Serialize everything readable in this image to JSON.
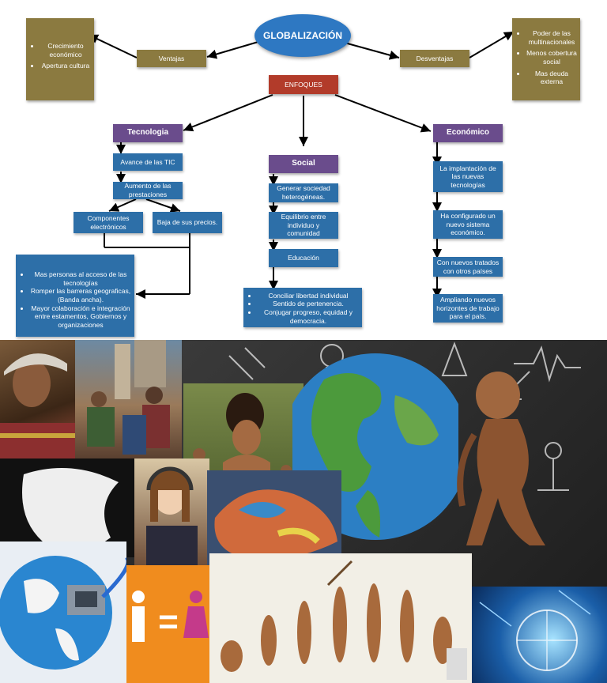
{
  "diagram": {
    "title": "GLOBALIZACIÓN",
    "ventajas": {
      "label": "Ventajas",
      "items": [
        "Crecimiento económico",
        "Apertura cultura"
      ]
    },
    "desventajas": {
      "label": "Desventajas",
      "items": [
        "Poder de las multinacionales",
        "Menos cobertura social",
        "Mas deuda externa"
      ]
    },
    "enfoques": "ENFOQUES",
    "tecnologia": {
      "label": "Tecnologia",
      "avance": "Avance de las TIC",
      "aumento": "Aumento de las prestaciones",
      "componentes": "Componentes electrónicos",
      "baja": "Baja de sus precios.",
      "results": [
        "Mas personas al acceso de las tecnologías",
        "Romper las barreras geograficas, (Banda ancha).",
        "Mayor colaboración e integración entre estamentos, Gobiernos y organizaciones"
      ]
    },
    "social": {
      "label": "Social",
      "generar": "Generar sociedad heterogéneas.",
      "equilibrio": "Equilibrio entre individuo y comunidad",
      "educacion": "Educación",
      "results": [
        "Conciliar libertad individual",
        "Sentido de pertenencia.",
        "Conjugar progreso, equidad y democracia."
      ]
    },
    "economico": {
      "label": "Económico",
      "steps": [
        "La implantación de las nuevas tecnologías",
        "Ha configurado un nuevo sistema económico.",
        "Con nuevos tratados con otros países",
        "Ampliando nuevos horizontes de trabajo para el país."
      ]
    }
  },
  "collage": {
    "equals_sign": "="
  },
  "colors": {
    "olive": "#8b7a40",
    "red": "#b23b2a",
    "purple": "#6a4c8c",
    "blue": "#2d6fa8",
    "ellipse": "#2e78c2"
  }
}
